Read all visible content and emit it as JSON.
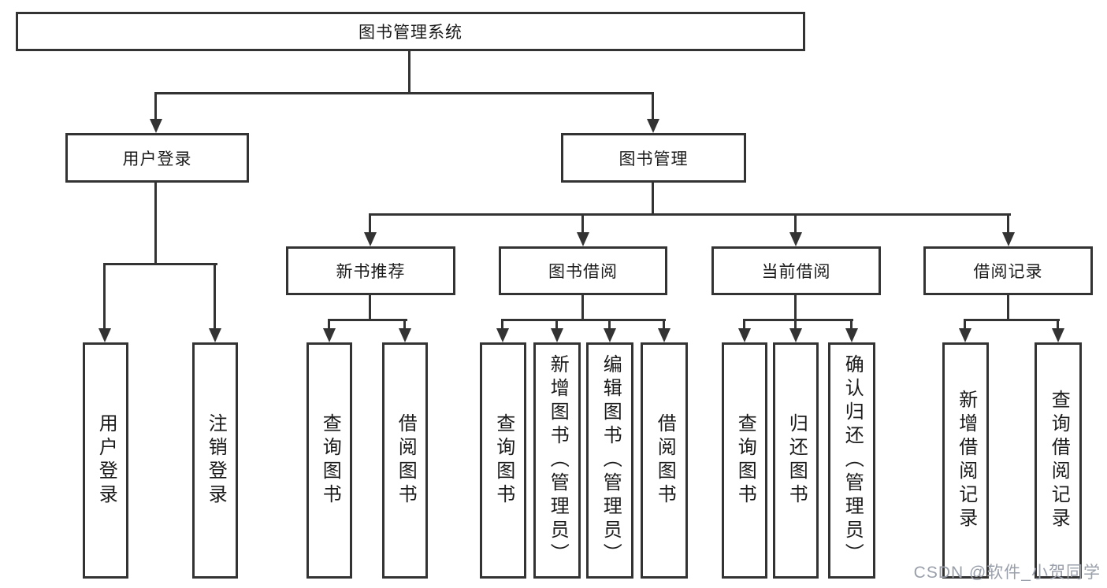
{
  "colors": {
    "line": "#333333",
    "text": "#1a1a1a",
    "background": "#ffffff",
    "watermark": "#9aa0ab"
  },
  "watermark": {
    "text": "CSDN @软件_小贺同学"
  },
  "tree": {
    "root": {
      "label": "图书管理系统"
    },
    "level2": [
      {
        "label": "用户登录",
        "children": [
          {
            "label": "用户登录"
          },
          {
            "label": "注销登录"
          }
        ]
      },
      {
        "label": "图书管理",
        "groups": [
          {
            "label": "新书推荐",
            "children": [
              {
                "label": "查询图书"
              },
              {
                "label": "借阅图书"
              }
            ]
          },
          {
            "label": "图书借阅",
            "children": [
              {
                "label": "查询图书"
              },
              {
                "label": "新增图书（管理员）"
              },
              {
                "label": "编辑图书（管理员）"
              },
              {
                "label": "借阅图书"
              }
            ]
          },
          {
            "label": "当前借阅",
            "children": [
              {
                "label": "查询图书"
              },
              {
                "label": "归还图书"
              },
              {
                "label": "确认归还（管理员）"
              }
            ]
          },
          {
            "label": "借阅记录",
            "children": [
              {
                "label": "新增借阅记录"
              },
              {
                "label": "查询借阅记录"
              }
            ]
          }
        ]
      }
    ]
  }
}
